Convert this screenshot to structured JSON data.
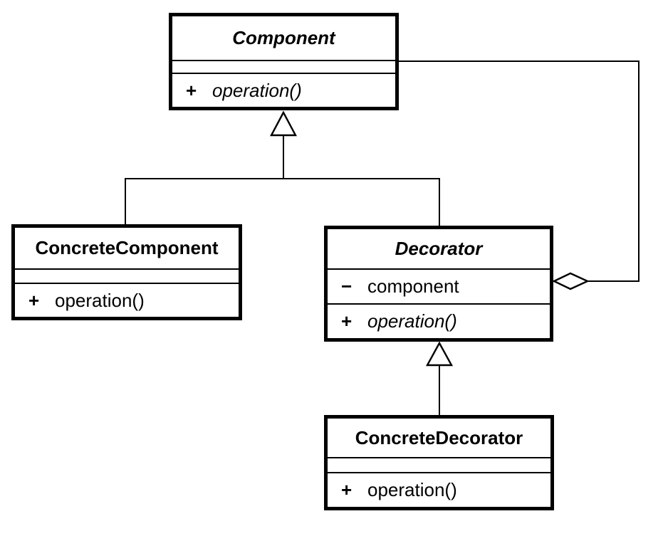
{
  "diagram": {
    "kind": "uml-class-diagram",
    "colors": {
      "line": "#000000",
      "background": "#ffffff",
      "box_fill": "#ffffff"
    },
    "icons": {
      "generalization_arrowhead": "hollow-triangle-up",
      "aggregation_marker": "hollow-diamond"
    }
  },
  "classes": {
    "component": {
      "name": "Component",
      "abstract": true,
      "attributes": [],
      "operations": [
        {
          "sign": "+",
          "text": "operation()",
          "abstract": true
        }
      ]
    },
    "concrete_component": {
      "name": "ConcreteComponent",
      "abstract": false,
      "attributes": [],
      "operations": [
        {
          "sign": "+",
          "text": "operation()",
          "abstract": false
        }
      ]
    },
    "decorator": {
      "name": "Decorator",
      "abstract": true,
      "attributes": [
        {
          "sign": "−",
          "text": "component"
        }
      ],
      "operations": [
        {
          "sign": "+",
          "text": "operation()",
          "abstract": true
        }
      ]
    },
    "concrete_decorator": {
      "name": "ConcreteDecorator",
      "abstract": false,
      "attributes": [],
      "operations": [
        {
          "sign": "+",
          "text": "operation()",
          "abstract": false
        }
      ]
    }
  },
  "relationships": [
    {
      "type": "generalization",
      "from": "ConcreteComponent",
      "to": "Component"
    },
    {
      "type": "generalization",
      "from": "Decorator",
      "to": "Component"
    },
    {
      "type": "generalization",
      "from": "ConcreteDecorator",
      "to": "Decorator"
    },
    {
      "type": "aggregation",
      "owner": "Decorator",
      "part": "Component"
    }
  ]
}
